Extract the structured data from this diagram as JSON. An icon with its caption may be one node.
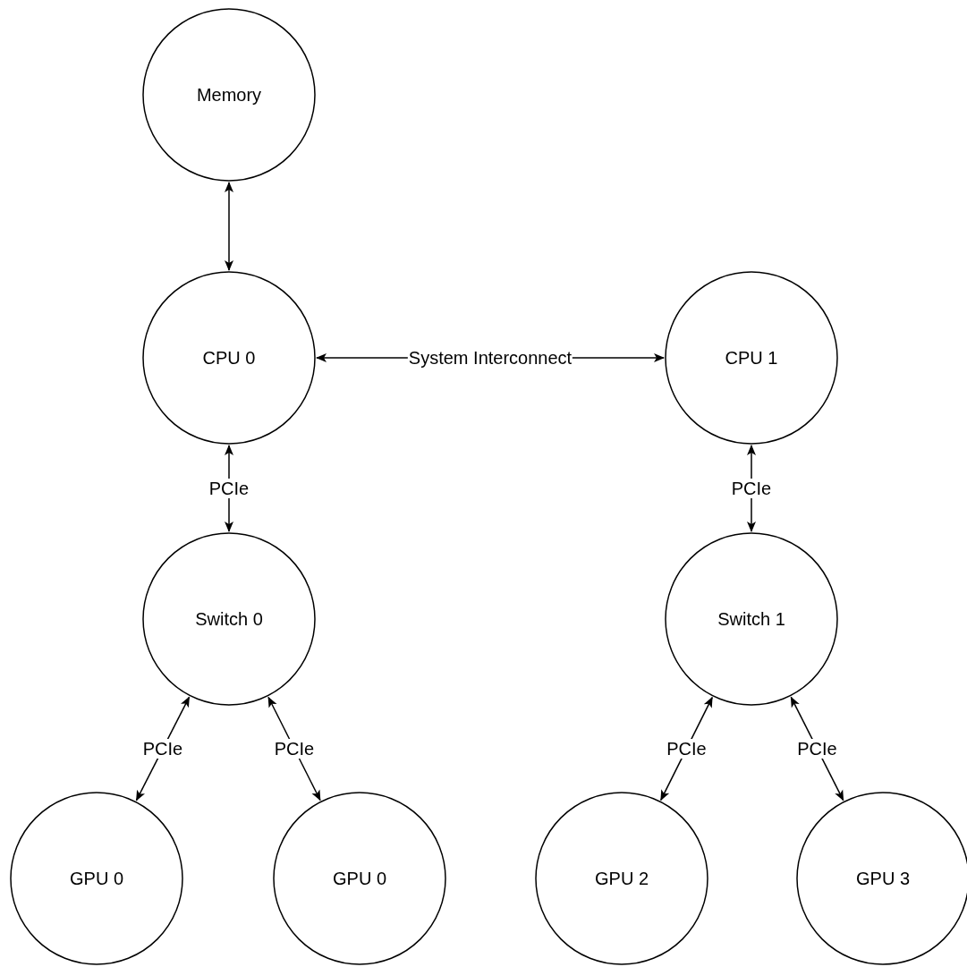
{
  "diagram": {
    "nodes": [
      {
        "text": [
          "Memory"
        ]
      },
      {
        "text": [
          "CPU 0"
        ]
      },
      {
        "text": [
          "CPU 1"
        ]
      },
      {
        "text": [
          "Switch 0"
        ]
      },
      {
        "text": [
          "Switch 1"
        ]
      },
      {
        "text": [
          "GPU 0"
        ]
      },
      {
        "text": [
          "GPU 0"
        ]
      },
      {
        "text": [
          "GPU 2"
        ]
      },
      {
        "text": [
          "GPU 3"
        ]
      }
    ],
    "edges": [
      {
        "from": 0,
        "to": 1,
        "arrow": "both"
      },
      {
        "from": 1,
        "to": 2,
        "arrow": "both",
        "label": "System Interconnect"
      },
      {
        "from": 1,
        "to": 3,
        "arrow": "both",
        "label": "PCIe"
      },
      {
        "from": 2,
        "to": 4,
        "arrow": "both",
        "label": "PCIe"
      },
      {
        "from": 3,
        "to": 5,
        "arrow": "both",
        "label": "PCIe"
      },
      {
        "from": 3,
        "to": 6,
        "arrow": "both",
        "label": "PCIe"
      },
      {
        "from": 4,
        "to": 7,
        "arrow": "both",
        "label": "PCIe"
      },
      {
        "from": 4,
        "to": 8,
        "arrow": "both",
        "label": "PCIe"
      }
    ]
  }
}
